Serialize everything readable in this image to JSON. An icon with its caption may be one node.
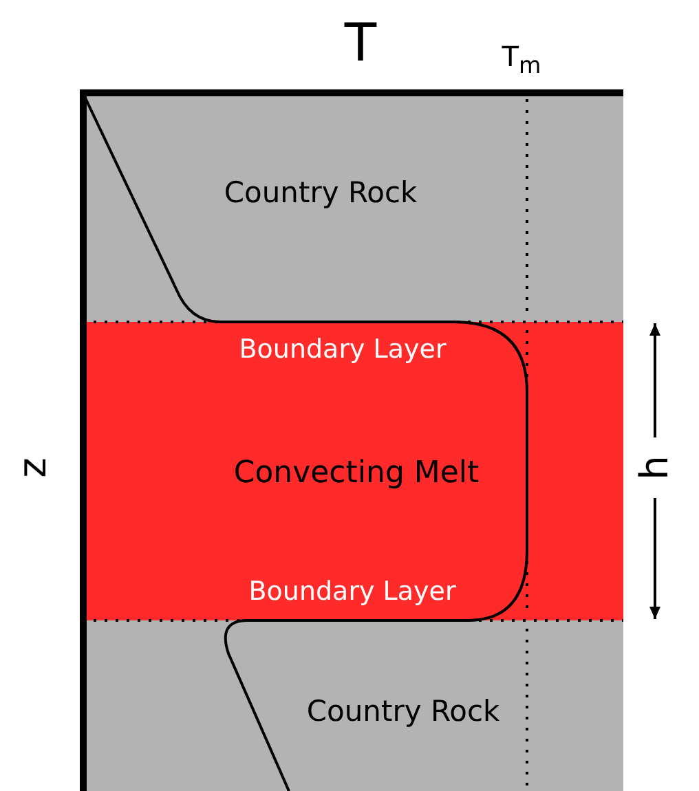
{
  "diagram": {
    "nodes": [
      {
        "text": [
          "Country Rock"
        ]
      },
      {
        "text": [
          "Boundary Layer",
          "Convecting Melt",
          "Boundary Layer"
        ]
      },
      {
        "text": [
          "Country Rock"
        ]
      }
    ],
    "labels": [
      "T",
      "T$_{m}$",
      "z",
      "h"
    ]
  }
}
